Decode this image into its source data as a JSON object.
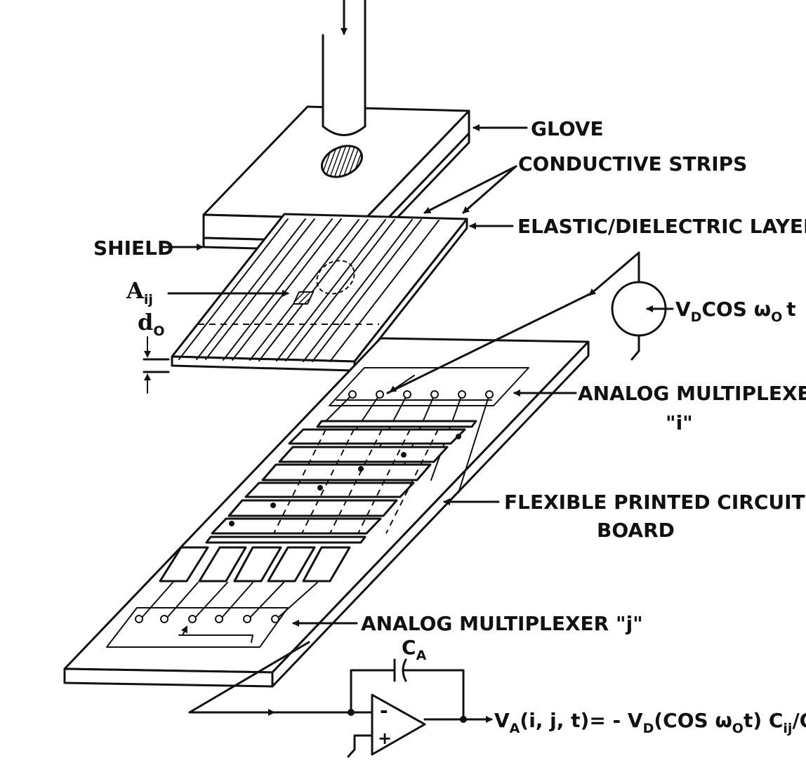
{
  "labels": {
    "glove": "GLOVE",
    "conductive_strips": "CONDUCTIVE STRIPS",
    "elastic_layer": "ELASTIC/DIELECTRIC LAYER",
    "shield": "SHIELD",
    "a_main": "A",
    "a_sub": "ij",
    "d_main": "d",
    "d_sub": "O",
    "source_v": "V",
    "source_sub": "D",
    "source_rest": "COS ω",
    "source_sub2": "O",
    "source_t": "t",
    "mux_i_line1": "ANALOG MULTIPLEXER",
    "mux_i_line2": "\"i\"",
    "fpcb_line1": "FLEXIBLE PRINTED CIRCUIT",
    "fpcb_line2": "BOARD",
    "mux_j": "ANALOG MULTIPLEXER \"j\"",
    "cap_main": "C",
    "cap_sub": "A",
    "opamp_minus": "-",
    "opamp_plus": "+",
    "out_v": "V",
    "out_v_sub": "A",
    "out_part1": "(i, j, t)= - V",
    "out_part1_sub": "D",
    "out_part2": "(COS ω",
    "out_part2_sub": "O",
    "out_part3": "t) C",
    "out_part3_sub": "ij",
    "out_part4": "/CA"
  }
}
